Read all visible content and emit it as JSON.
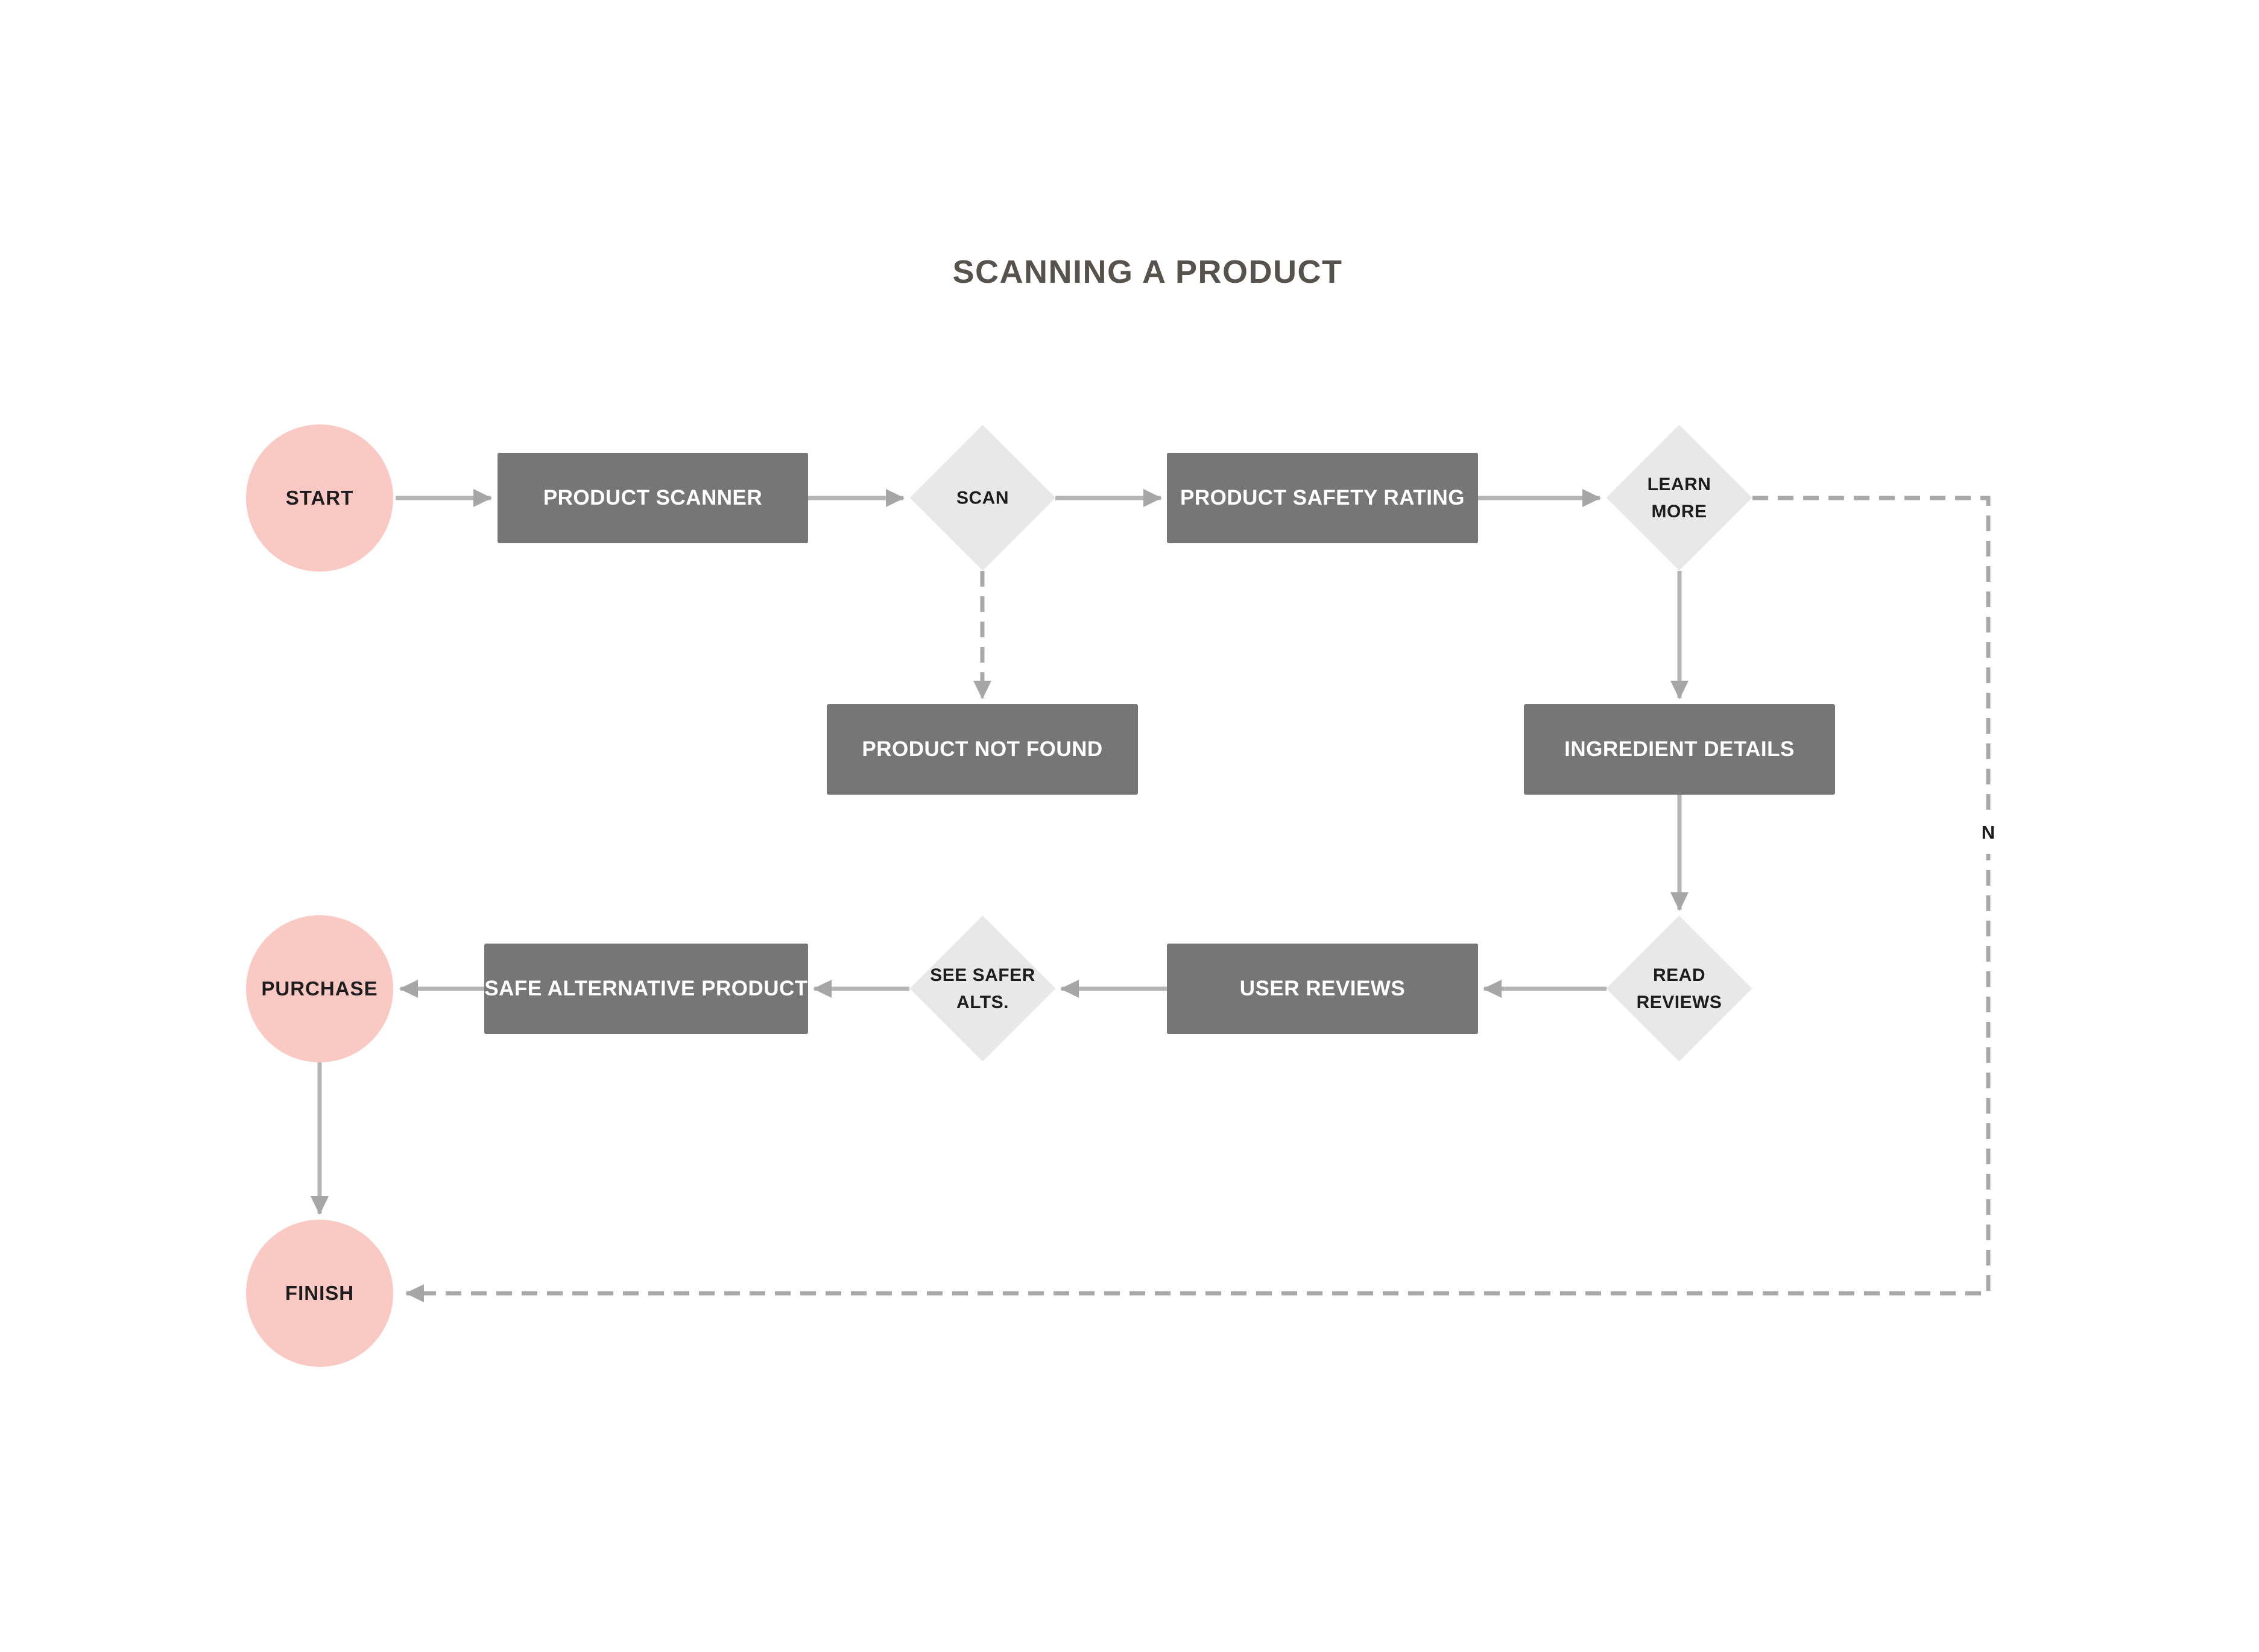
{
  "title": "SCANNING A PRODUCT",
  "nodes": {
    "start": {
      "label": "START",
      "type": "terminator-start"
    },
    "product_scanner": {
      "label": "PRODUCT SCANNER",
      "type": "process"
    },
    "scan": {
      "label": "SCAN",
      "type": "decision"
    },
    "product_not_found": {
      "label": "PRODUCT NOT FOUND",
      "type": "process"
    },
    "product_safety_rating": {
      "label": "PRODUCT SAFETY RATING",
      "type": "process"
    },
    "learn_more": {
      "label": "LEARN MORE",
      "type": "decision"
    },
    "ingredient_details": {
      "label": "INGREDIENT DETAILS",
      "type": "process"
    },
    "read_reviews": {
      "label": "READ REVIEWS",
      "type": "decision"
    },
    "user_reviews": {
      "label": "USER REVIEWS",
      "type": "process"
    },
    "see_safer_alts": {
      "label": "SEE SAFER ALTS.",
      "type": "decision"
    },
    "safe_alternative_product": {
      "label": "SAFE ALTERNATIVE PRODUCT",
      "type": "process"
    },
    "purchase": {
      "label": "PURCHASE",
      "type": "terminator"
    },
    "finish": {
      "label": "FINISH",
      "type": "terminator-end"
    }
  },
  "edge_labels": {
    "no": "N"
  },
  "edges": [
    {
      "from": "start",
      "to": "product_scanner",
      "style": "solid"
    },
    {
      "from": "product_scanner",
      "to": "scan",
      "style": "solid"
    },
    {
      "from": "scan",
      "to": "product_not_found",
      "style": "dashed"
    },
    {
      "from": "scan",
      "to": "product_safety_rating",
      "style": "solid"
    },
    {
      "from": "product_safety_rating",
      "to": "learn_more",
      "style": "solid"
    },
    {
      "from": "learn_more",
      "to": "ingredient_details",
      "style": "solid"
    },
    {
      "from": "learn_more",
      "to": "finish",
      "style": "dashed",
      "label": "N"
    },
    {
      "from": "ingredient_details",
      "to": "read_reviews",
      "style": "solid"
    },
    {
      "from": "read_reviews",
      "to": "user_reviews",
      "style": "solid"
    },
    {
      "from": "user_reviews",
      "to": "see_safer_alts",
      "style": "solid"
    },
    {
      "from": "see_safer_alts",
      "to": "safe_alternative_product",
      "style": "solid"
    },
    {
      "from": "safe_alternative_product",
      "to": "purchase",
      "style": "solid"
    },
    {
      "from": "purchase",
      "to": "finish",
      "style": "solid"
    }
  ],
  "colors": {
    "background": "#ffffff",
    "terminator_fill": "#fbc9c4",
    "process_fill": "#767676",
    "process_text": "#ffffff",
    "decision_fill": "#e9e8e8",
    "dark_text": "#1d1d1d",
    "title_text": "#56534e",
    "connector": "#b5b5b5",
    "connector_dashed": "#a9a9a9",
    "arrowhead": "#a6a6a6"
  }
}
